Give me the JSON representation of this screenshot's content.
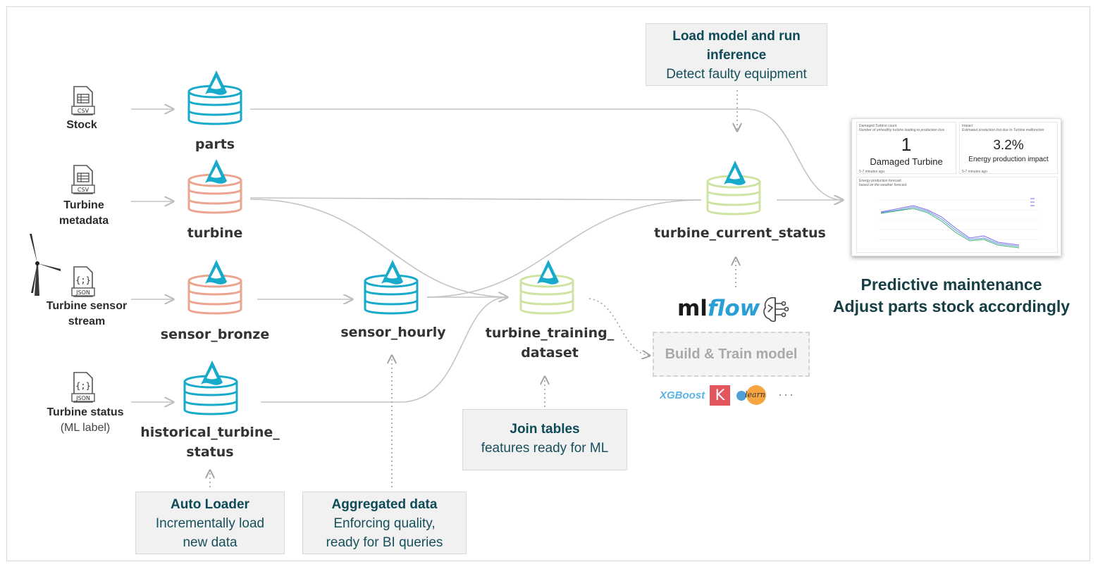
{
  "sources": {
    "stock": {
      "type": "CSV",
      "label": "Stock"
    },
    "turbine_metadata": {
      "type": "CSV",
      "label_line1": "Turbine",
      "label_line2": "metadata"
    },
    "sensor_stream": {
      "type": "JSON",
      "label_line1": "Turbine sensor",
      "label_line2": "stream"
    },
    "turbine_status": {
      "type": "JSON",
      "label_line1": "Turbine status",
      "label_line2": "(ML label)"
    }
  },
  "tables": {
    "parts": "parts",
    "turbine": "turbine",
    "sensor_bronze": "sensor_bronze",
    "sensor_hourly": "sensor_hourly",
    "historical_line1": "historical_turbine_",
    "historical_line2": "status",
    "training_line1": "turbine_training_",
    "training_line2": "dataset",
    "current_status": "turbine_current_status"
  },
  "notes": {
    "inference": {
      "title_line1": "Load model and run",
      "title_line2": "inference",
      "text": "Detect faulty equipment"
    },
    "auto_loader": {
      "title": "Auto Loader",
      "text_line1": "Incrementally load",
      "text_line2": "new data"
    },
    "aggregated": {
      "title": "Aggregated data",
      "text_line1": "Enforcing quality,",
      "text_line2": "ready for BI queries"
    },
    "join": {
      "title": "Join tables",
      "text": "features ready for ML"
    }
  },
  "build_model": "Build & Train model",
  "logos": {
    "mlflow_ml": "ml",
    "mlflow_flow": "flow",
    "xgboost": "XGBoost",
    "keras": "K",
    "sklearn": "learn",
    "more": "···"
  },
  "headline": {
    "line1": "Predictive maintenance",
    "line2": "Adjust parts stock accordingly"
  },
  "dashboard": {
    "kpi1": {
      "title": "Damaged Turbine count",
      "subtitle": "Number of unhealthy turbine leading to production loss",
      "value": "1",
      "label": "Damaged Turbine",
      "footer": "5-7 minutes ago"
    },
    "kpi2": {
      "title": "Impact",
      "subtitle": "Estimated production lost due to Turbine malfunction",
      "value": "3.2%",
      "label": "Energy production impact",
      "footer": "5-7 minutes ago"
    },
    "chart_title": "Energy production forecast",
    "chart_subtitle": "based on the weather forecast"
  },
  "colors": {
    "blue": "#17aacb",
    "salmon": "#eaa48f",
    "green": "#cfe3a3",
    "arrow": "#c0c0c0",
    "dark_teal": "#0e4a57"
  }
}
